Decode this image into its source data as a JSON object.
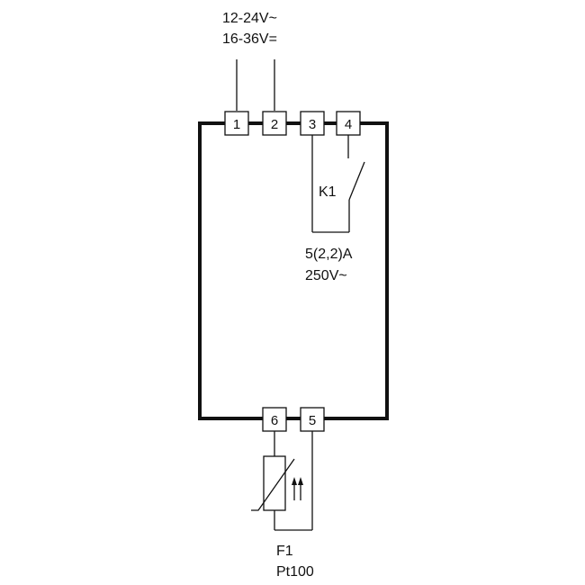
{
  "supply": {
    "ac_voltage": "12-24V~",
    "dc_voltage": "16-36V="
  },
  "terminals": {
    "t1": "1",
    "t2": "2",
    "t3": "3",
    "t4": "4",
    "t5": "5",
    "t6": "6"
  },
  "relay": {
    "name": "K1",
    "current_rating": "5(2,2)A",
    "voltage_rating": "250V~"
  },
  "sensor": {
    "name": "F1",
    "type": "Pt100"
  }
}
